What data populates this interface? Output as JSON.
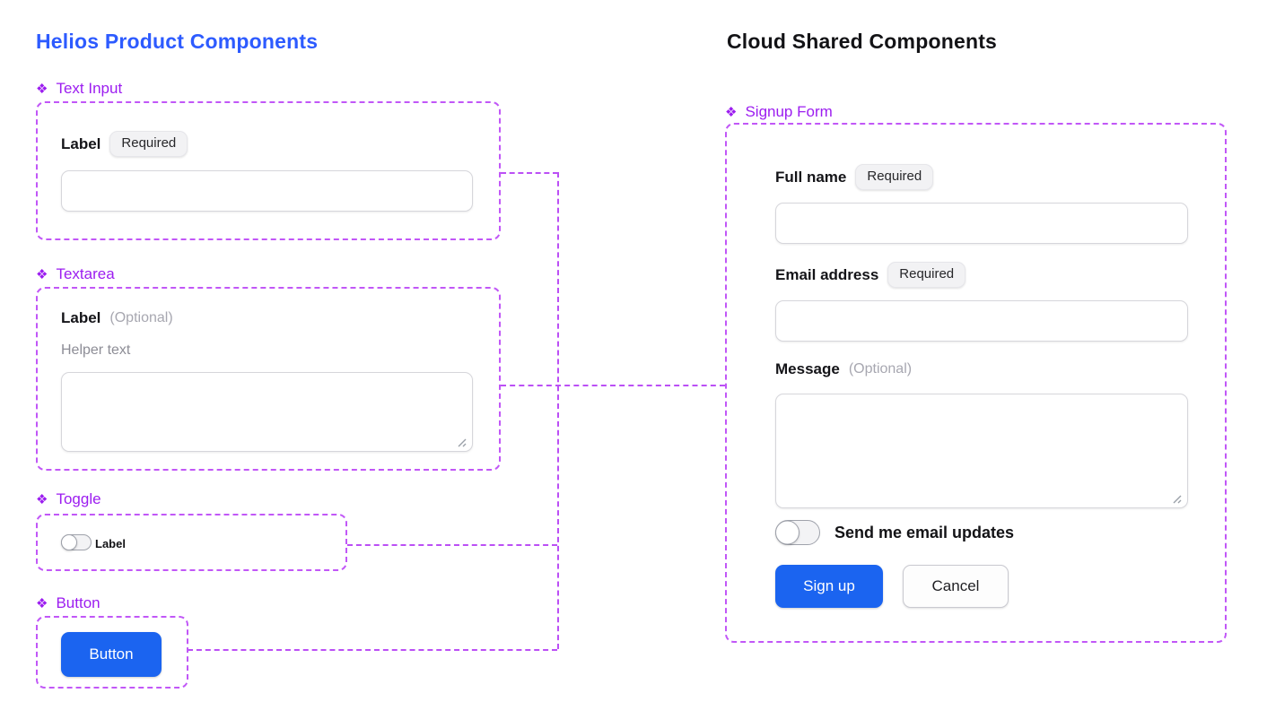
{
  "icons": {
    "component_diamond": "❖",
    "resize_grip": "resize-grip-icon"
  },
  "colors": {
    "canvas_bg": "#ffffff",
    "left_title_blue": "#2d5bff",
    "right_title_black": "#131316",
    "component_label_purple": "#9c1df0",
    "dashed_outline_purple": "#c157f7",
    "connector_purple": "#bb4ff5",
    "primary_button_blue": "#1b64f0",
    "badge_bg": "#f2f2f4",
    "input_border": "#d6d6db"
  },
  "left_panel": {
    "title": "Helios Product Components",
    "components": {
      "text_input": {
        "name": "Text Input",
        "label": "Label",
        "badge": "Required",
        "input_value": "",
        "input_placeholder": ""
      },
      "textarea": {
        "name": "Textarea",
        "label": "Label",
        "optional": "(Optional)",
        "helper": "Helper text",
        "textarea_value": ""
      },
      "toggle": {
        "name": "Toggle",
        "label": "Label",
        "state": "off"
      },
      "button": {
        "name": "Button",
        "button_label": "Button"
      }
    }
  },
  "right_panel": {
    "title": "Cloud Shared Components",
    "form": {
      "name": "Signup Form",
      "fields": [
        {
          "label": "Full name",
          "badge": "Required",
          "type": "input",
          "value": ""
        },
        {
          "label": "Email address",
          "badge": "Required",
          "type": "input",
          "value": ""
        },
        {
          "label": "Message",
          "optional": "(Optional)",
          "type": "textarea",
          "value": ""
        }
      ],
      "toggle": {
        "label": "Send me email updates",
        "state": "off"
      },
      "actions": {
        "primary": "Sign up",
        "secondary": "Cancel"
      }
    }
  }
}
